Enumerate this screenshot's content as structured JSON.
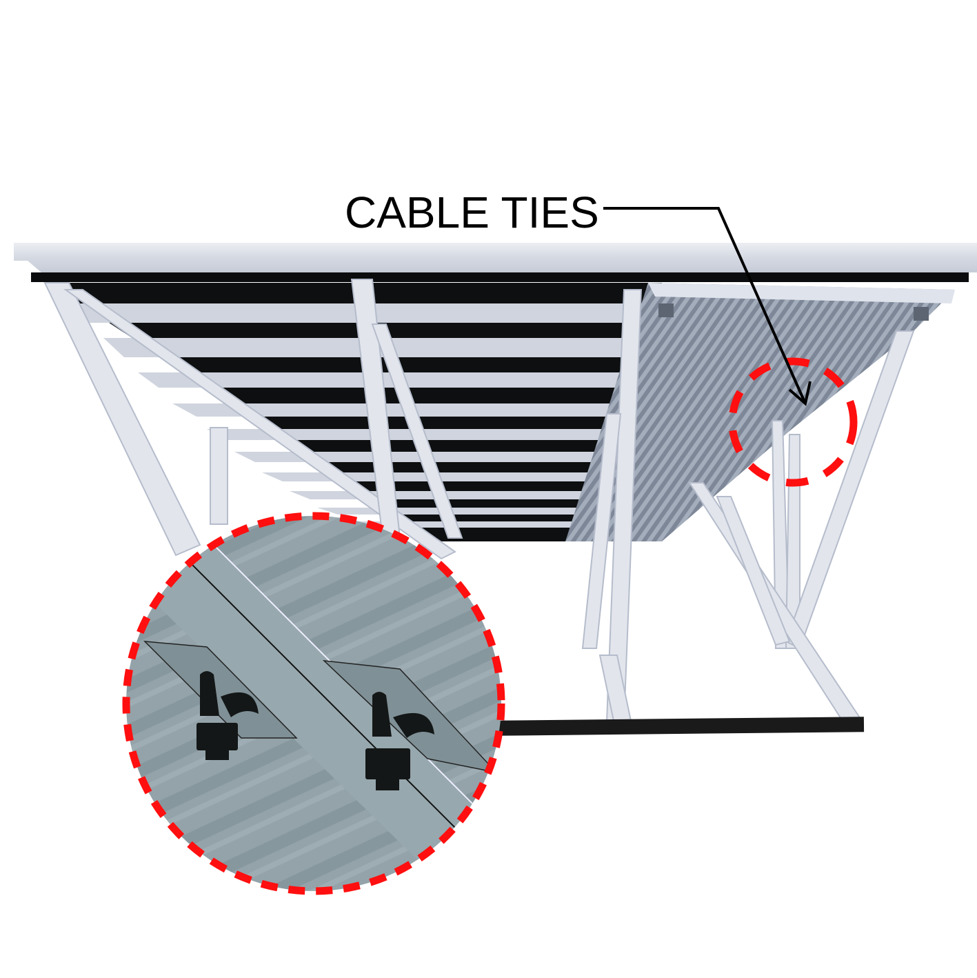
{
  "diagram": {
    "subject": "Underside view of solar panel ground-mount structure",
    "callout": {
      "label": "CABLE TIES",
      "leader_color": "#000000",
      "highlight_color": "#ff0f0f"
    },
    "detail_view": {
      "description": "Magnified view of two black cable ties clipped to panel frame",
      "cable_tie_count": 2
    },
    "colors": {
      "background": "#ffffff",
      "frame_aluminum": "#dfe2ea",
      "frame_shadow": "#b9bfcd",
      "panel_cells_dark": "#0d0f10",
      "panel_backsheet": "#9aa6b0",
      "detail_fill": "#93a3a9",
      "ground_beam": "#1a1a1a",
      "dashed_circle": "#ff0f0f"
    }
  }
}
